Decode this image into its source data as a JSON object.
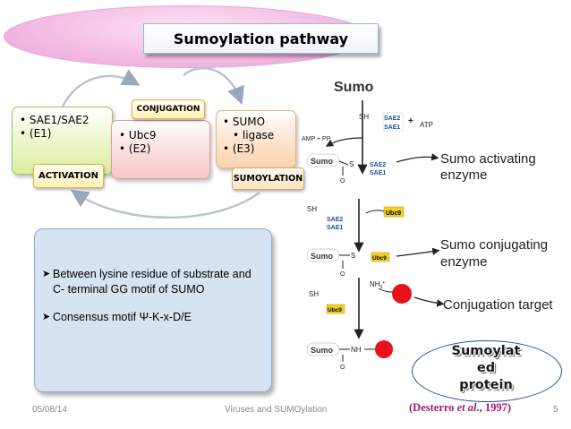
{
  "slide": {
    "title": "Sumoylation pathway",
    "footer": {
      "date": "05/08/14",
      "center": "Viruses and SUMOylation",
      "page": "5"
    }
  },
  "flow": {
    "e1": {
      "items": [
        "SAE1/SAE2",
        "(E1)"
      ],
      "tag": "ACTIVATION"
    },
    "e2": {
      "items": [
        "Ubc9",
        "(E2)"
      ],
      "tag": "CONJUGATION"
    },
    "e3": {
      "items": [
        "SUMO",
        "ligase",
        "(E3)"
      ],
      "tag": "SUMOYLATION"
    }
  },
  "info": {
    "points": [
      "Between lysine residue of substrate and C- terminal GG motif of SUMO",
      "Consensus motif Ψ-K-x-D/E"
    ]
  },
  "figure": {
    "sumo_label": "Sumo",
    "labels": {
      "sh": "SH",
      "sae2": "SAE2",
      "sae1": "SAE1",
      "plus": "+",
      "atp": "ATP",
      "amp": "AMP + PP",
      "amp_sub": "i",
      "sumo": "Sumo",
      "s": "S",
      "o": "O",
      "ubc9": "Ubc9",
      "nh": "NH",
      "nh_sub": "3",
      "nh_sup": "+",
      "nh_product": "NH"
    },
    "captions": {
      "activating_1": "Sumo activating",
      "activating_2": "enzyme",
      "conjugating_1": "Sumo conjugating",
      "conjugating_2": "enzyme",
      "target": "Conjugation target"
    },
    "target_color": "#e8101a",
    "ubc9_color": "#f0d020"
  },
  "product": {
    "lines": [
      "Sumoylat",
      "ed",
      "protein"
    ]
  },
  "citation": {
    "author": "(Desterro ",
    "etal": "et al",
    "tail": "., 1997)"
  }
}
